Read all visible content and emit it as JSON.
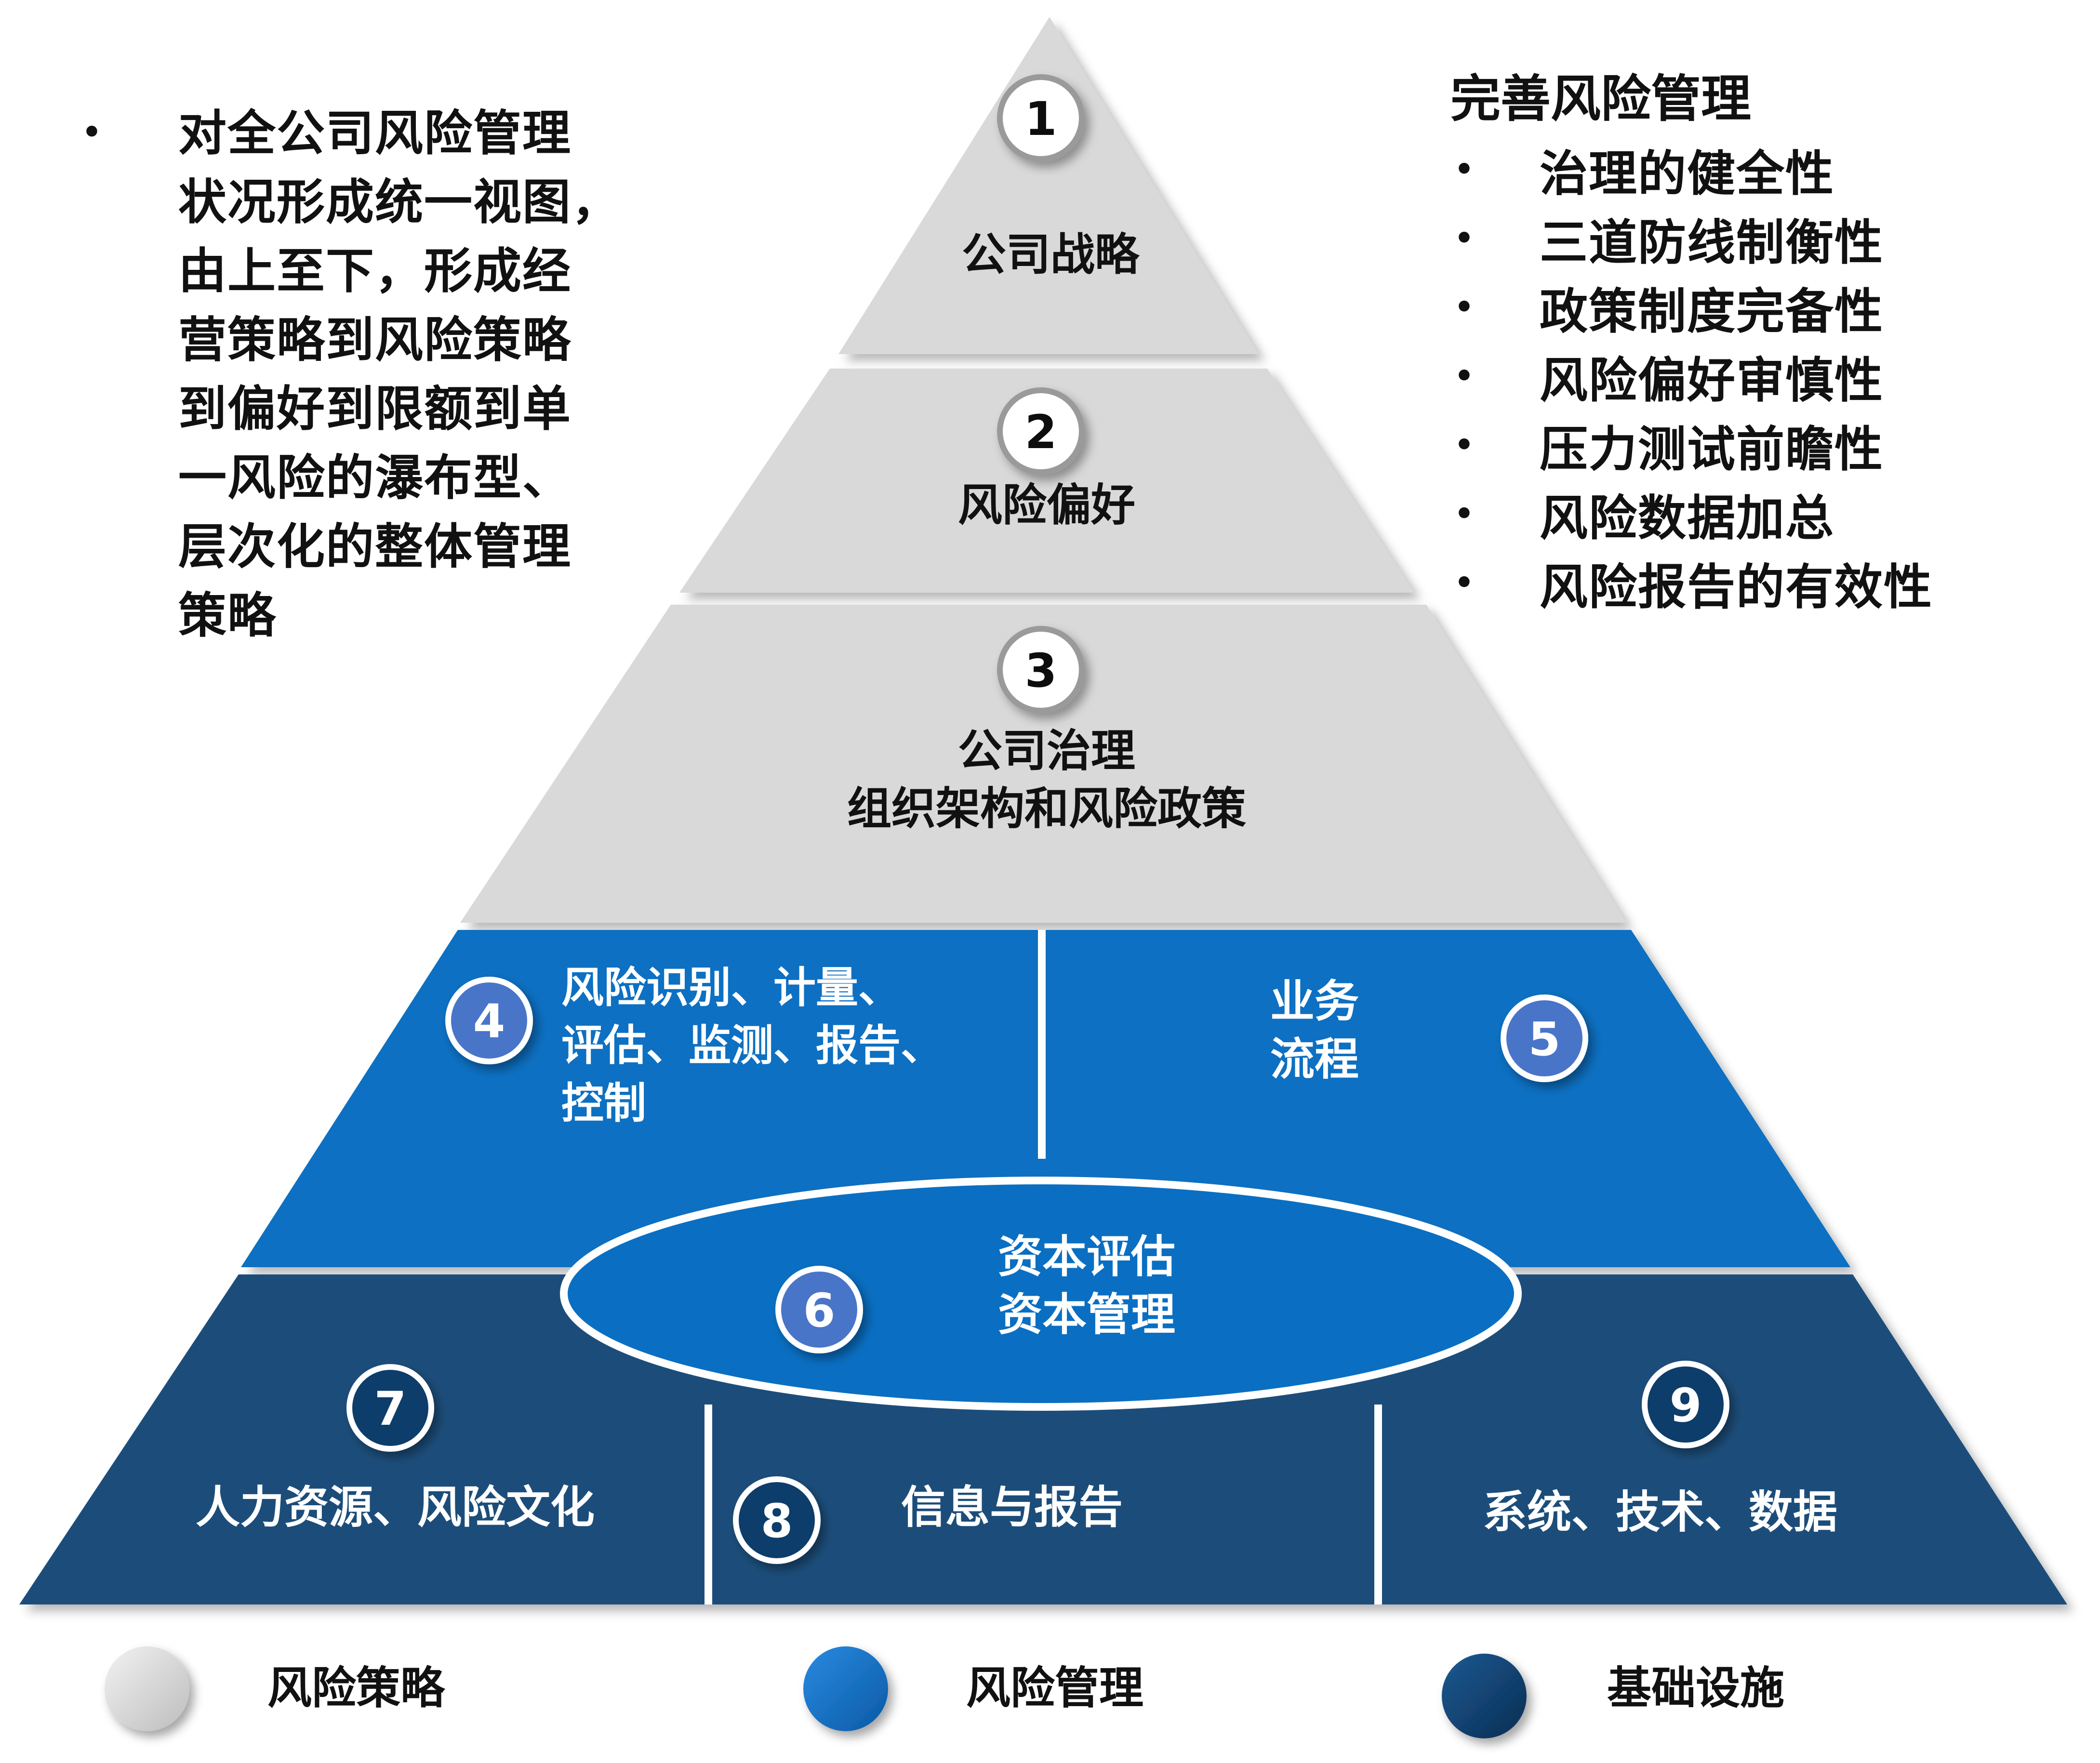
{
  "left_note": {
    "bullet": "•",
    "text": "对全公司风险管理\n状况形成统一视图，\n由上至下，形成经\n营策略到风险策略\n到偏好到限额到单\n一风险的瀑布型、\n层次化的整体管理\n策略"
  },
  "right_note": {
    "title": "完善风险管理",
    "bullet": "•",
    "items": [
      "治理的健全性",
      "三道防线制衡性",
      "政策制度完备性",
      "风险偏好审慎性",
      "压力测试前瞻性",
      "风险数据加总",
      "风险报告的有效性"
    ]
  },
  "pyramid": {
    "tier1": {
      "num": "1",
      "label": "公司战略"
    },
    "tier2": {
      "num": "2",
      "label": "风险偏好"
    },
    "tier3": {
      "num": "3",
      "line1": "公司治理",
      "line2": "组织架构和风险政策"
    },
    "box4": {
      "num": "4",
      "line1": "风险识别、计量、",
      "line2": "评估、监测、报告、",
      "line3": "控制"
    },
    "box5": {
      "num": "5",
      "line1": "业务",
      "line2": "流程"
    },
    "box6": {
      "num": "6",
      "line1": "资本评估",
      "line2": "资本管理"
    },
    "box7": {
      "num": "7",
      "label": "人力资源、风险文化"
    },
    "box8": {
      "num": "8",
      "label": "信息与报告"
    },
    "box9": {
      "num": "9",
      "label": "系统、技术、数据"
    }
  },
  "legend": [
    {
      "label": "风险策略",
      "color": "#d9d9d9"
    },
    {
      "label": "风险管理",
      "color": "#0a6fc2"
    },
    {
      "label": "基础设施",
      "color": "#0d3d6b"
    }
  ],
  "colors": {
    "strategy": "#d9d9d9",
    "management": "#0a6fc2",
    "infrastructure": "#1f4e7a",
    "badge_blue": "#4a74c9",
    "badge_navy": "#0d3d6b"
  }
}
